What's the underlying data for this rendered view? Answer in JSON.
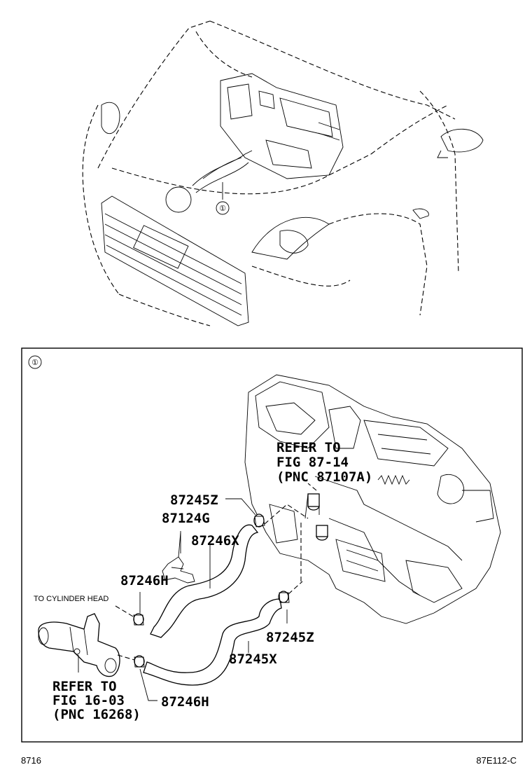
{
  "top_view": {
    "callout_marker": "①"
  },
  "detail_box": {
    "marker": "①",
    "labels": {
      "refer_heater": [
        "REFER TO",
        "FIG 87-14",
        "(PNC 87107A)"
      ],
      "p87245Z_top": "87245Z",
      "p87124G": "87124G",
      "p87246X": "87246X",
      "p87246H_top": "87246H",
      "to_cyl_head": "TO CYLINDER HEAD",
      "p87245Z_bot": "87245Z",
      "p87245X": "87245X",
      "refer_engine": [
        "REFER TO",
        "FIG 16-03",
        "(PNC 16268)"
      ],
      "p87246H_bot": "87246H"
    }
  },
  "footer": {
    "left": "8716",
    "right": "87E112-C"
  }
}
